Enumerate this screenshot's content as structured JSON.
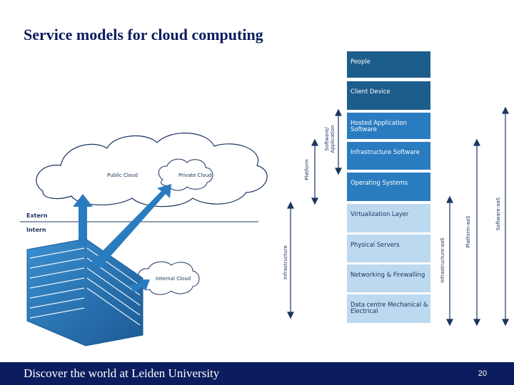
{
  "title": "Service models for cloud computing",
  "stack_layers": [
    {
      "label": "People",
      "tone": "dark"
    },
    {
      "label": "Client Device",
      "tone": "dark"
    },
    {
      "label": "Hosted Application Software",
      "tone": "mid"
    },
    {
      "label": "Infrastructure Software",
      "tone": "mid"
    },
    {
      "label": "Operating Systems",
      "tone": "mid"
    },
    {
      "label": "Virtualization Layer",
      "tone": "light"
    },
    {
      "label": "Physical Servers",
      "tone": "light"
    },
    {
      "label": "Networking & Firewalling",
      "tone": "light"
    },
    {
      "label": "Data centre Mechanical & Electrical",
      "tone": "light"
    }
  ],
  "left_axes": {
    "software_application": "Software/ Application",
    "platform": "Platform",
    "infrastructure": "Infrastructure"
  },
  "right_axes": {
    "infrastructure_aas": "Infrastructure-aaS",
    "platform_aas": "Platform-aaS",
    "software_aas": "Software-aaS"
  },
  "clouds": {
    "public": "Public Cloud",
    "private": "Private Cloud",
    "internal": "Internal Cloud"
  },
  "network": {
    "extern": "Extern",
    "intern": "Intern"
  },
  "footer": {
    "text": "Discover the world at Leiden University",
    "page": "20"
  },
  "colors": {
    "dark": "#1d5d8c",
    "mid": "#2a7cc0",
    "light": "#bcd9ef",
    "navy": "#0b1d5e"
  }
}
